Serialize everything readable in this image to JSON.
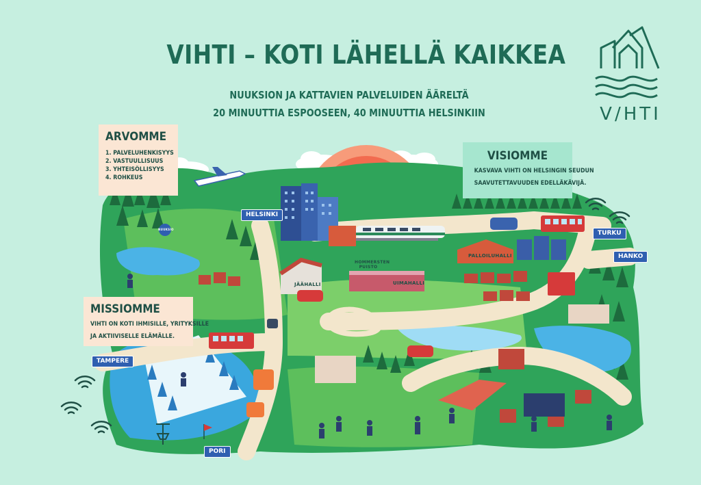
{
  "header": {
    "title": "VIHTI – KOTI LÄHELLÄ KAIKKEA",
    "subtitle_line1": "NUUKSION JA KATTAVIEN PALVELUIDEN ÄÄRELTÄ",
    "subtitle_line2": "20 MINUUTTIA ESPOOSEEN, 40 MINUUTTIA HELSINKIIN"
  },
  "brand": {
    "wordmark": "V/HTI",
    "logo_icon": "vihti-house-wave-logo-icon"
  },
  "values_panel": {
    "title": "ARVOMME",
    "items": [
      "1. PALVELUHENKISYYS",
      "2. VASTUULLISUUS",
      "3. YHTEISÖLLISYYS",
      "4. ROHKEUS"
    ]
  },
  "vision_panel": {
    "title": "VISIOMME",
    "line1": "KASVAVA VIHTI ON HELSINGIN SEUDUN",
    "line2": "SAAVUTETTAVUUDEN EDELLÄKÄVIJÄ."
  },
  "mission_panel": {
    "title": "MISSIOMME",
    "line1": "VIHTI ON KOTI IHMISILLE, YRITYKSILLE",
    "line2": "JA AKTIIVISELLE ELÄMÄLLE."
  },
  "signs": {
    "helsinki": "HELSINKI",
    "turku": "TURKU",
    "hanko": "HANKO",
    "tampere": "TAMPERE",
    "pori": "PORI"
  },
  "buildings": {
    "ice_hall": "JÄÄHALLI",
    "swimming_hall": "UIMAHALLI",
    "ball_hall": "PALLOILUHALLI",
    "park": "HOMMERSTEN PUISTO",
    "nuuksio_sign": "NUUKSIO"
  },
  "colors": {
    "background": "#c6efe0",
    "brand_green": "#1f6b56",
    "panel_peach": "#fbe6d4",
    "panel_mint": "#a6e6cf",
    "sign_blue": "#2f5fb0",
    "sun": "#f26b4f",
    "bus_red": "#d63a3a"
  }
}
